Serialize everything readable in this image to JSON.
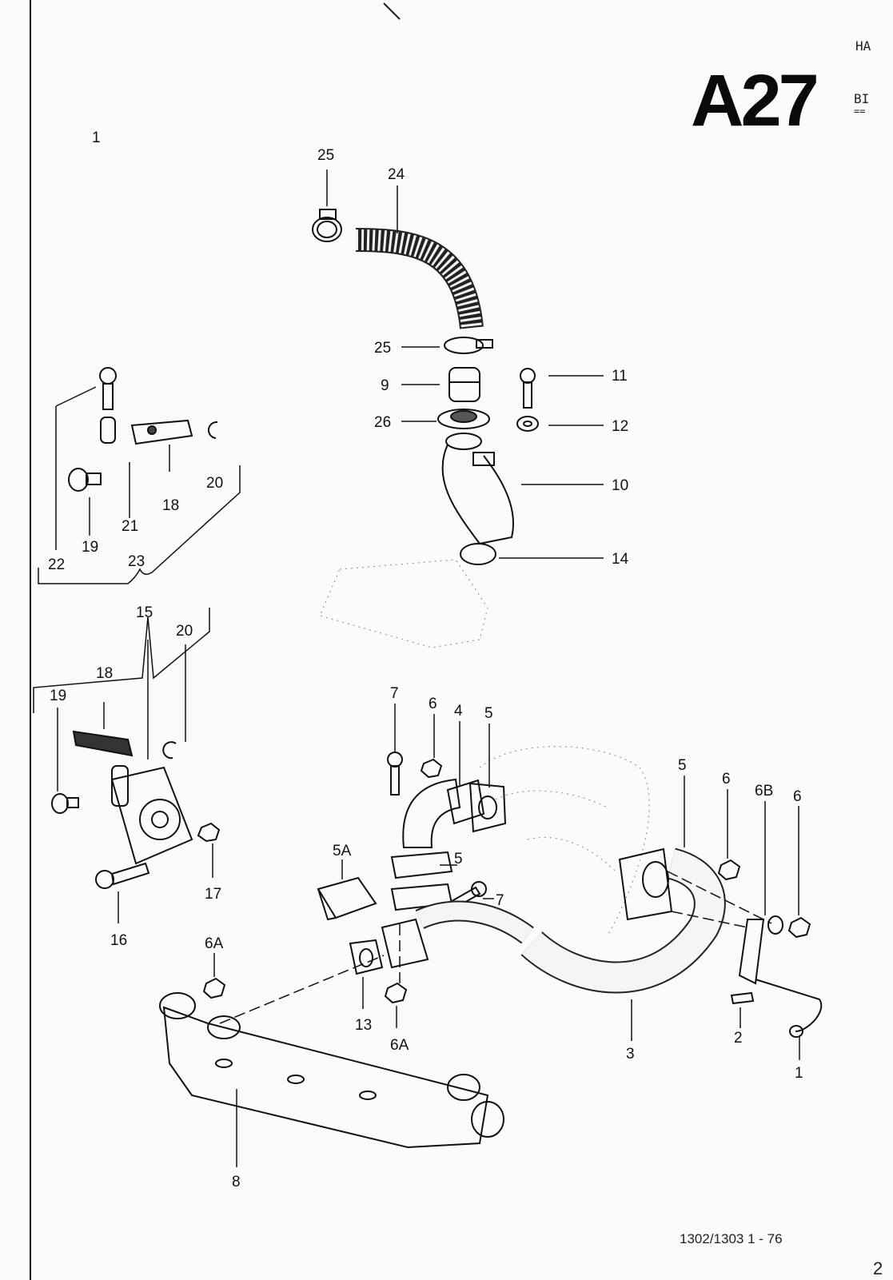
{
  "header": {
    "section_code": "A27",
    "top_right_text": "HA",
    "subtitle_text": "BI",
    "subtitle_rule": "=="
  },
  "footer": {
    "model_code": "1302/1303   1 - 76",
    "page_edge_number": "2"
  },
  "callouts": {
    "c25_top": "25",
    "c24": "24",
    "c25_mid": "25",
    "c9": "9",
    "c26": "26",
    "c11": "11",
    "c12": "12",
    "c10": "10",
    "c14": "14",
    "c22": "22",
    "c21": "21",
    "c18_top": "18",
    "c20_top": "20",
    "c19_top": "19",
    "c23": "23",
    "c15": "15",
    "c20_lower": "20",
    "c18_lower": "18",
    "c19_lower": "19",
    "c17": "17",
    "c16": "16",
    "c7_top": "7",
    "c6_top": "6",
    "c4": "4",
    "c5_top": "5",
    "c5a": "5A",
    "c5_mid": "5",
    "c7_mid": "7",
    "c5_right": "5",
    "c6_right": "6",
    "c6b": "6B",
    "c6_far": "6",
    "c6a_left": "6A",
    "c13": "13",
    "c6a_center": "6A",
    "c3": "3",
    "c2": "2",
    "c1": "1",
    "c8": "8",
    "c1_corner": "1"
  }
}
